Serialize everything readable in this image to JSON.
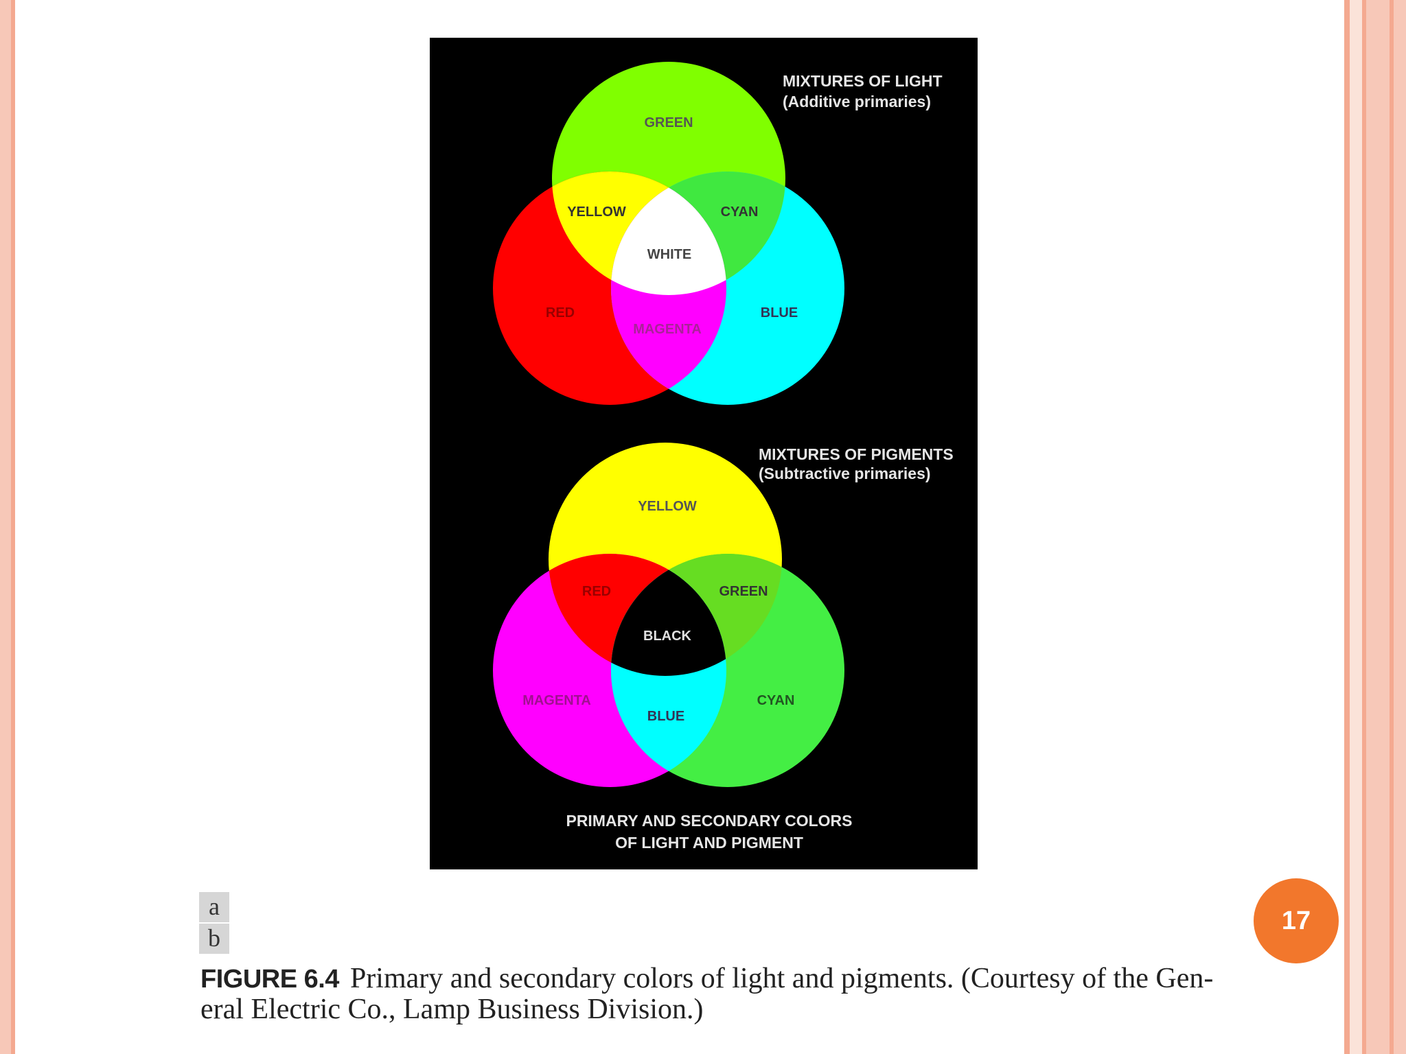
{
  "diagram": {
    "light": {
      "title_line1": "MIXTURES OF LIGHT",
      "title_line2": "(Additive primaries)",
      "labels": {
        "top": "GREEN",
        "left": "RED",
        "right": "BLUE",
        "top_left": "YELLOW",
        "top_right": "CYAN",
        "bottom": "MAGENTA",
        "center": "WHITE"
      },
      "colors": {
        "top": "#80ff00",
        "left": "#ff0000",
        "right": "#00ffff",
        "top_left": "#ffff00",
        "top_right": "#40e840",
        "bottom": "#ff00ff",
        "center": "#ffffff"
      }
    },
    "pigment": {
      "title_line1": "MIXTURES OF PIGMENTS",
      "title_line2": "(Subtractive primaries)",
      "labels": {
        "top": "YELLOW",
        "left": "MAGENTA",
        "right": "CYAN",
        "top_left": "RED",
        "top_right": "GREEN",
        "bottom": "BLUE",
        "center": "BLACK"
      },
      "colors": {
        "top": "#ffff00",
        "left": "#ff00ff",
        "right": "#44ee44",
        "top_left": "#ff0000",
        "top_right": "#66dd22",
        "bottom": "#00ffff",
        "center": "#000000"
      }
    },
    "footer_line1": "PRIMARY AND SECONDARY COLORS",
    "footer_line2": "OF LIGHT AND PIGMENT"
  },
  "panel_labels": {
    "a": "a",
    "b": "b"
  },
  "caption": {
    "figure_label": "FIGURE 6.4",
    "line1": "Primary and secondary colors of light and pigments. (Courtesy of the Gen-",
    "line2": "eral Electric Co., Lamp Business Division.)"
  },
  "page_number": "17"
}
